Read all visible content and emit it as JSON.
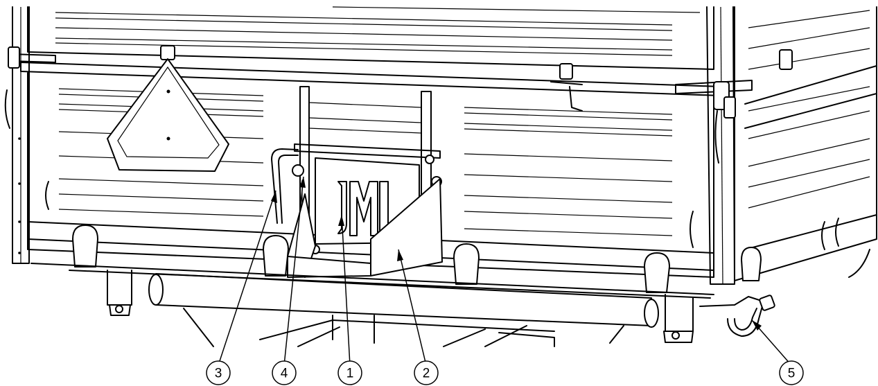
{
  "callouts": [
    {
      "id": "callout-3",
      "label": "3"
    },
    {
      "id": "callout-4",
      "label": "4"
    },
    {
      "id": "callout-1",
      "label": "1"
    },
    {
      "id": "callout-2",
      "label": "2"
    },
    {
      "id": "callout-5",
      "label": "5"
    }
  ]
}
